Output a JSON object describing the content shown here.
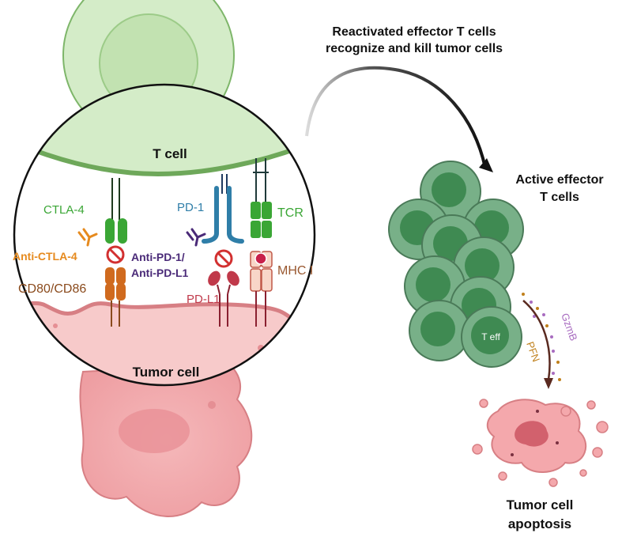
{
  "labels": {
    "t_cell": "T cell",
    "tumor_cell": "Tumor cell",
    "ctla4": "CTLA-4",
    "anti_ctla4": "Anti-CTLA-4",
    "cd80_cd86": "CD80/CD86",
    "pd1": "PD-1",
    "anti_pd1": "Anti-PD-1/",
    "anti_pdl1": "Anti-PD-L1",
    "pdl1": "PD-L1",
    "tcr": "TCR",
    "mhc1": "MHC I",
    "reactivated_line1": "Reactivated  effector T cells",
    "reactivated_line2": "recognize and kill tumor cells",
    "active_line1": "Active effector",
    "active_line2": "T cells",
    "t_eff": "T eff",
    "pfn": "PFN",
    "gzmb": "GzmB",
    "apoptosis_line1": "Tumor cell",
    "apoptosis_line2": "apoptosis"
  },
  "colors": {
    "t_cell_fill": "#d4ecc8",
    "t_cell_edge": "#6ea85a",
    "tumor_fill": "#f7caca",
    "tumor_edge": "#d77f84",
    "ctla4": "#3aa635",
    "anti_ctla4": "#e68a1e",
    "cd80": "#d06a1e",
    "cd80_text": "#8a4a1c",
    "pd1": "#2f7ea8",
    "anti_pd": "#4a2a78",
    "pdl1": "#c0394a",
    "tcr": "#3aa635",
    "mhc_text": "#9a5830",
    "teff_fill": "#3f8a52",
    "gzmb": "#a86cc0",
    "pfn": "#c0801c"
  }
}
